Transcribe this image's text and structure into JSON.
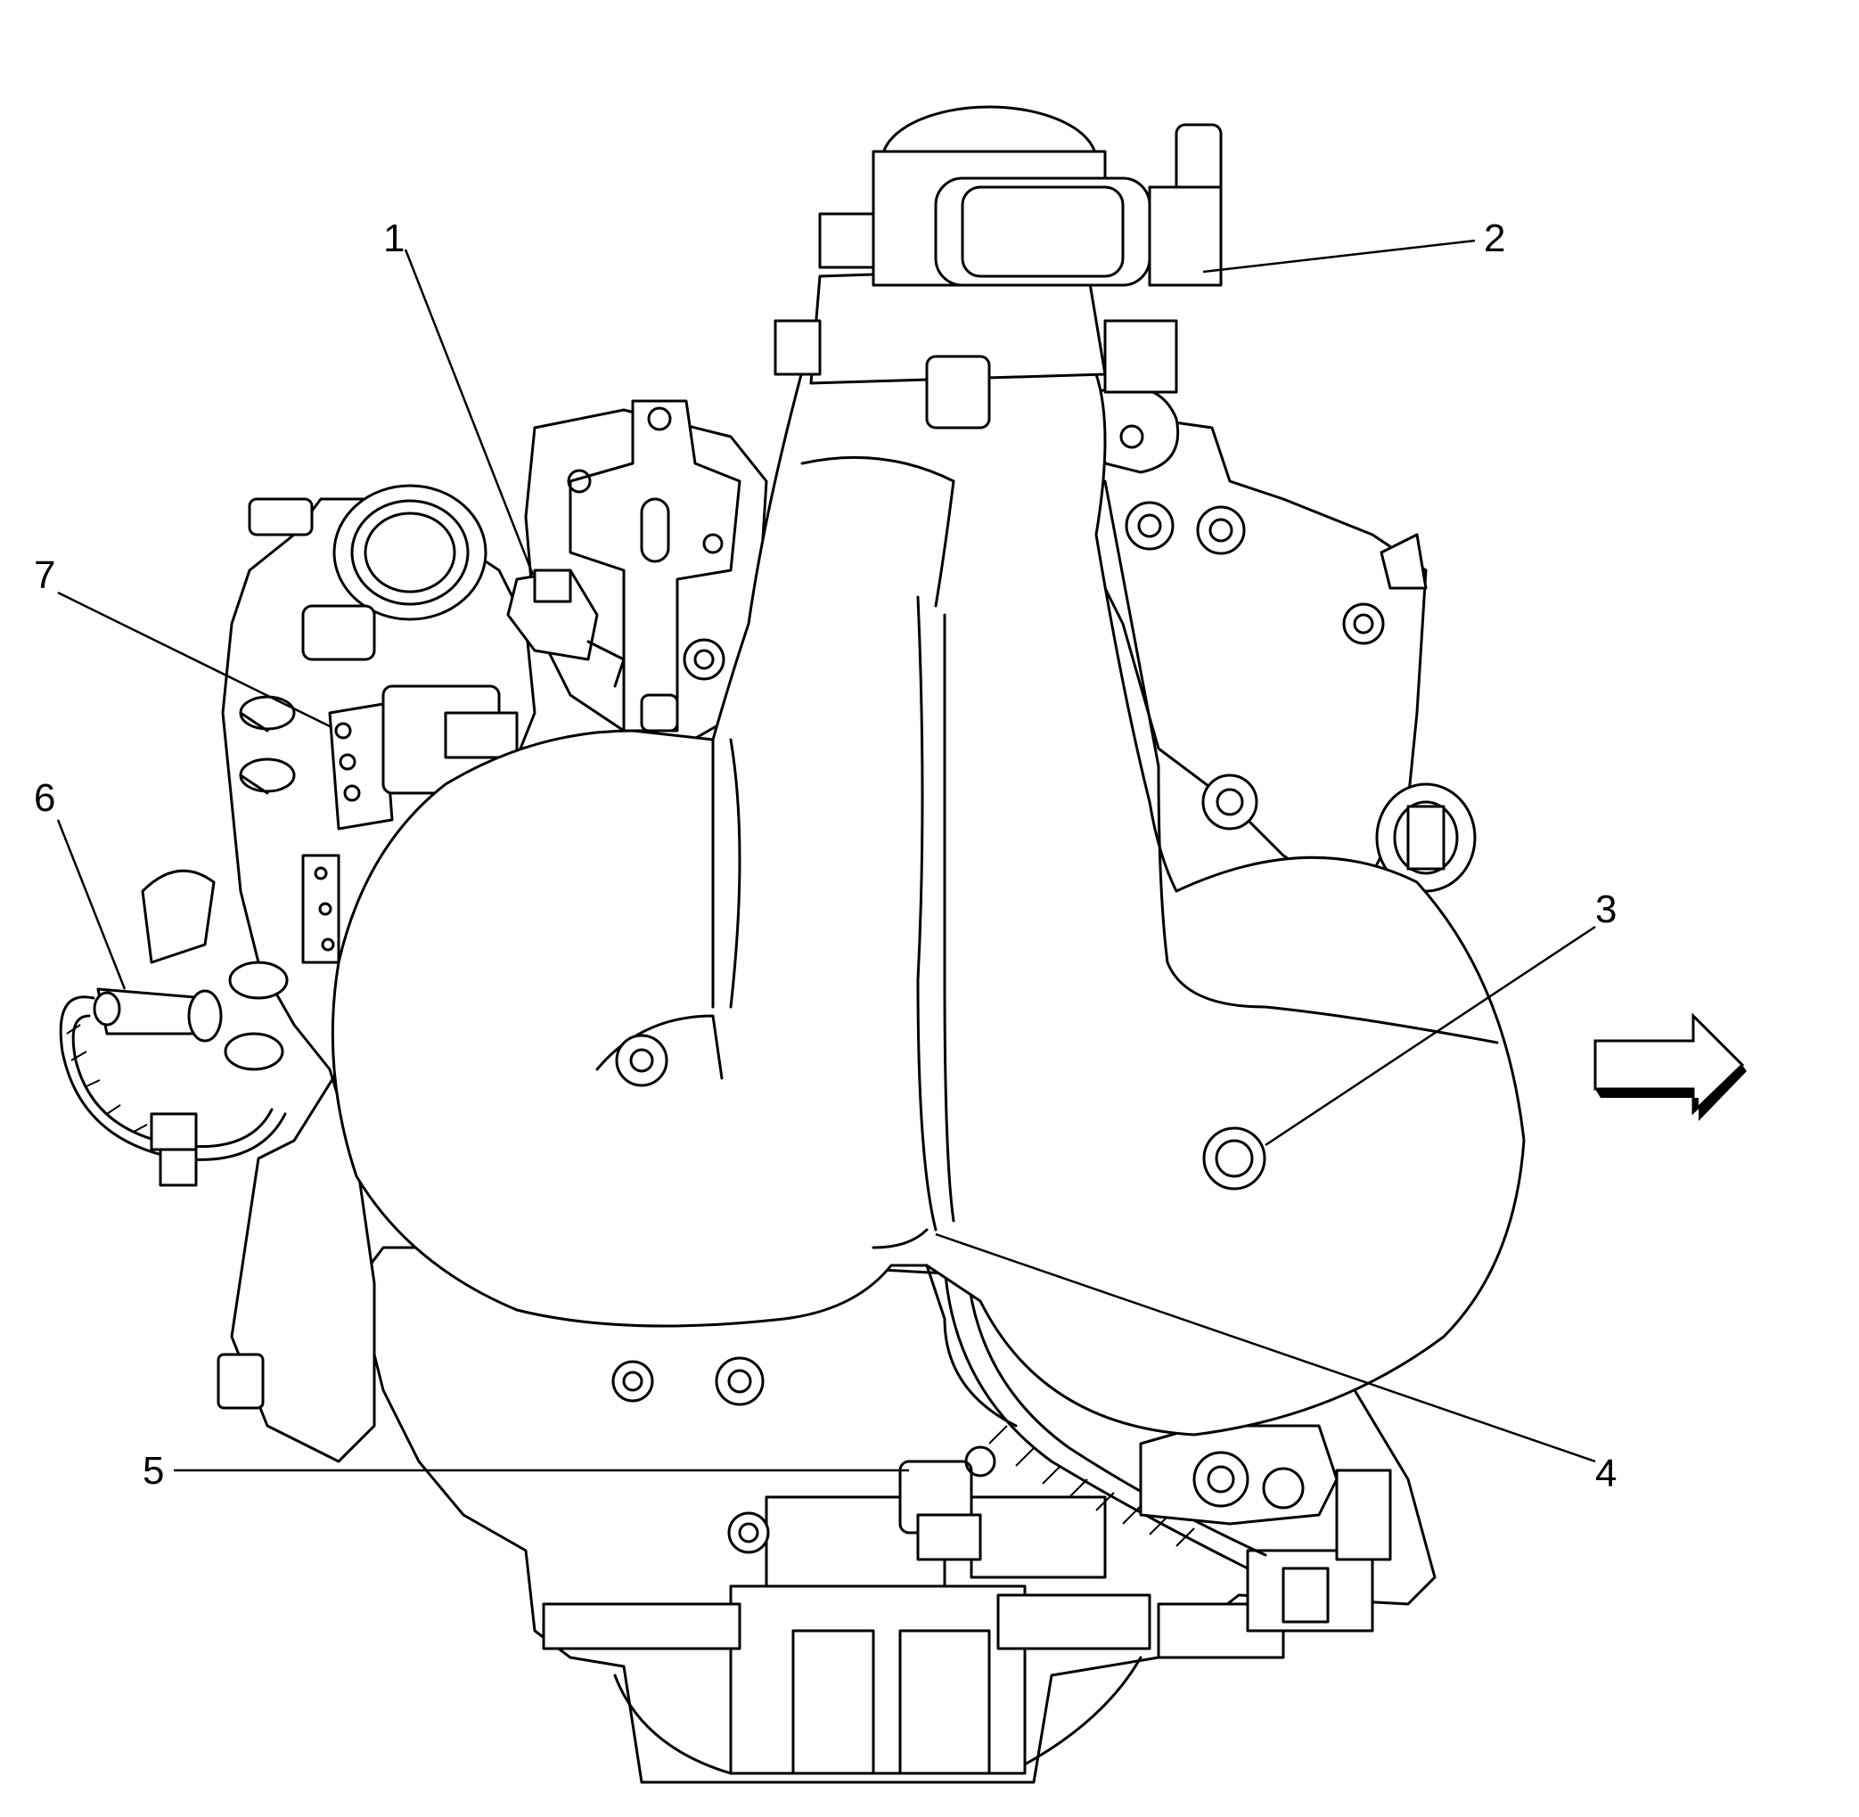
{
  "diagram": {
    "callouts": [
      {
        "id": "1",
        "label": "1"
      },
      {
        "id": "2",
        "label": "2"
      },
      {
        "id": "3",
        "label": "3"
      },
      {
        "id": "4",
        "label": "4"
      },
      {
        "id": "5",
        "label": "5"
      },
      {
        "id": "6",
        "label": "6"
      },
      {
        "id": "7",
        "label": "7"
      }
    ],
    "direction_arrow_icon": "right-arrow-icon"
  }
}
